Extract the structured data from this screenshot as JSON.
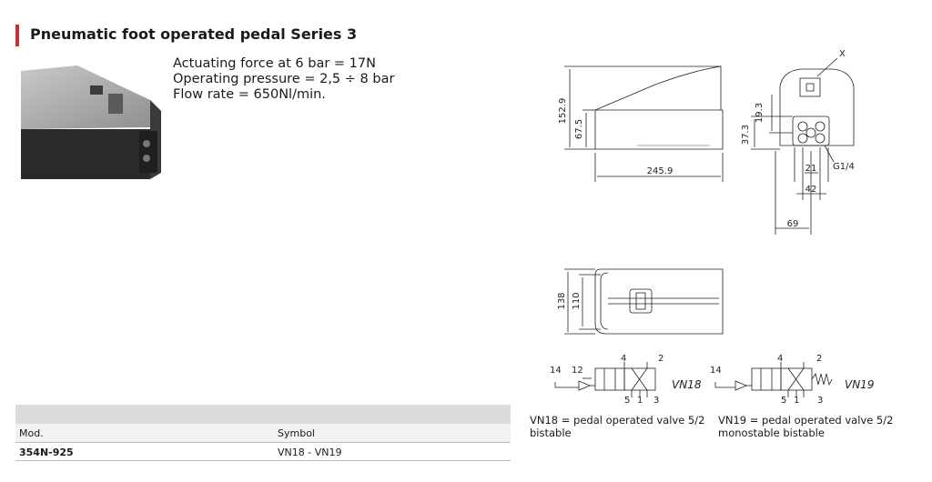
{
  "title": "Pneumatic foot operated pedal Series 3",
  "accent_color": "#d42d2d",
  "specs": [
    "Actuating force at 6 bar = 17N",
    "Operating pressure = 2,5 ÷ 8 bar",
    "Flow rate = 650Nl/min."
  ],
  "dimensions": {
    "side_total_height": "152.9",
    "side_base_height": "67.5",
    "side_length": "245.9",
    "front_port_height": "37.3",
    "front_port_offset": "19.3",
    "front_marker": "X",
    "port_thread": "G1/4",
    "port_spacing": "21",
    "port_span": "42",
    "front_width": "69",
    "top_width": "138",
    "top_inner_width": "110"
  },
  "symbols": {
    "vn18": {
      "name": "VN18",
      "port_pilot": "14",
      "port_pilot2": "12",
      "ports_top": [
        "4",
        "2"
      ],
      "ports_bottom": [
        "5",
        "1",
        "3"
      ]
    },
    "vn19": {
      "name": "VN19",
      "port_pilot": "14",
      "ports_top": [
        "4",
        "2"
      ],
      "ports_bottom": [
        "5",
        "1",
        "3"
      ]
    }
  },
  "table": {
    "headers": {
      "model": "Mod.",
      "symbol": "Symbol"
    },
    "rows": [
      {
        "model": "354N-925",
        "symbol": "VN18 - VN19"
      }
    ]
  },
  "captions": {
    "vn18": [
      "VN18 = pedal operated valve 5/2",
      "bistable"
    ],
    "vn19": [
      "VN19 = pedal operated valve 5/2",
      "monostable bistable"
    ]
  }
}
